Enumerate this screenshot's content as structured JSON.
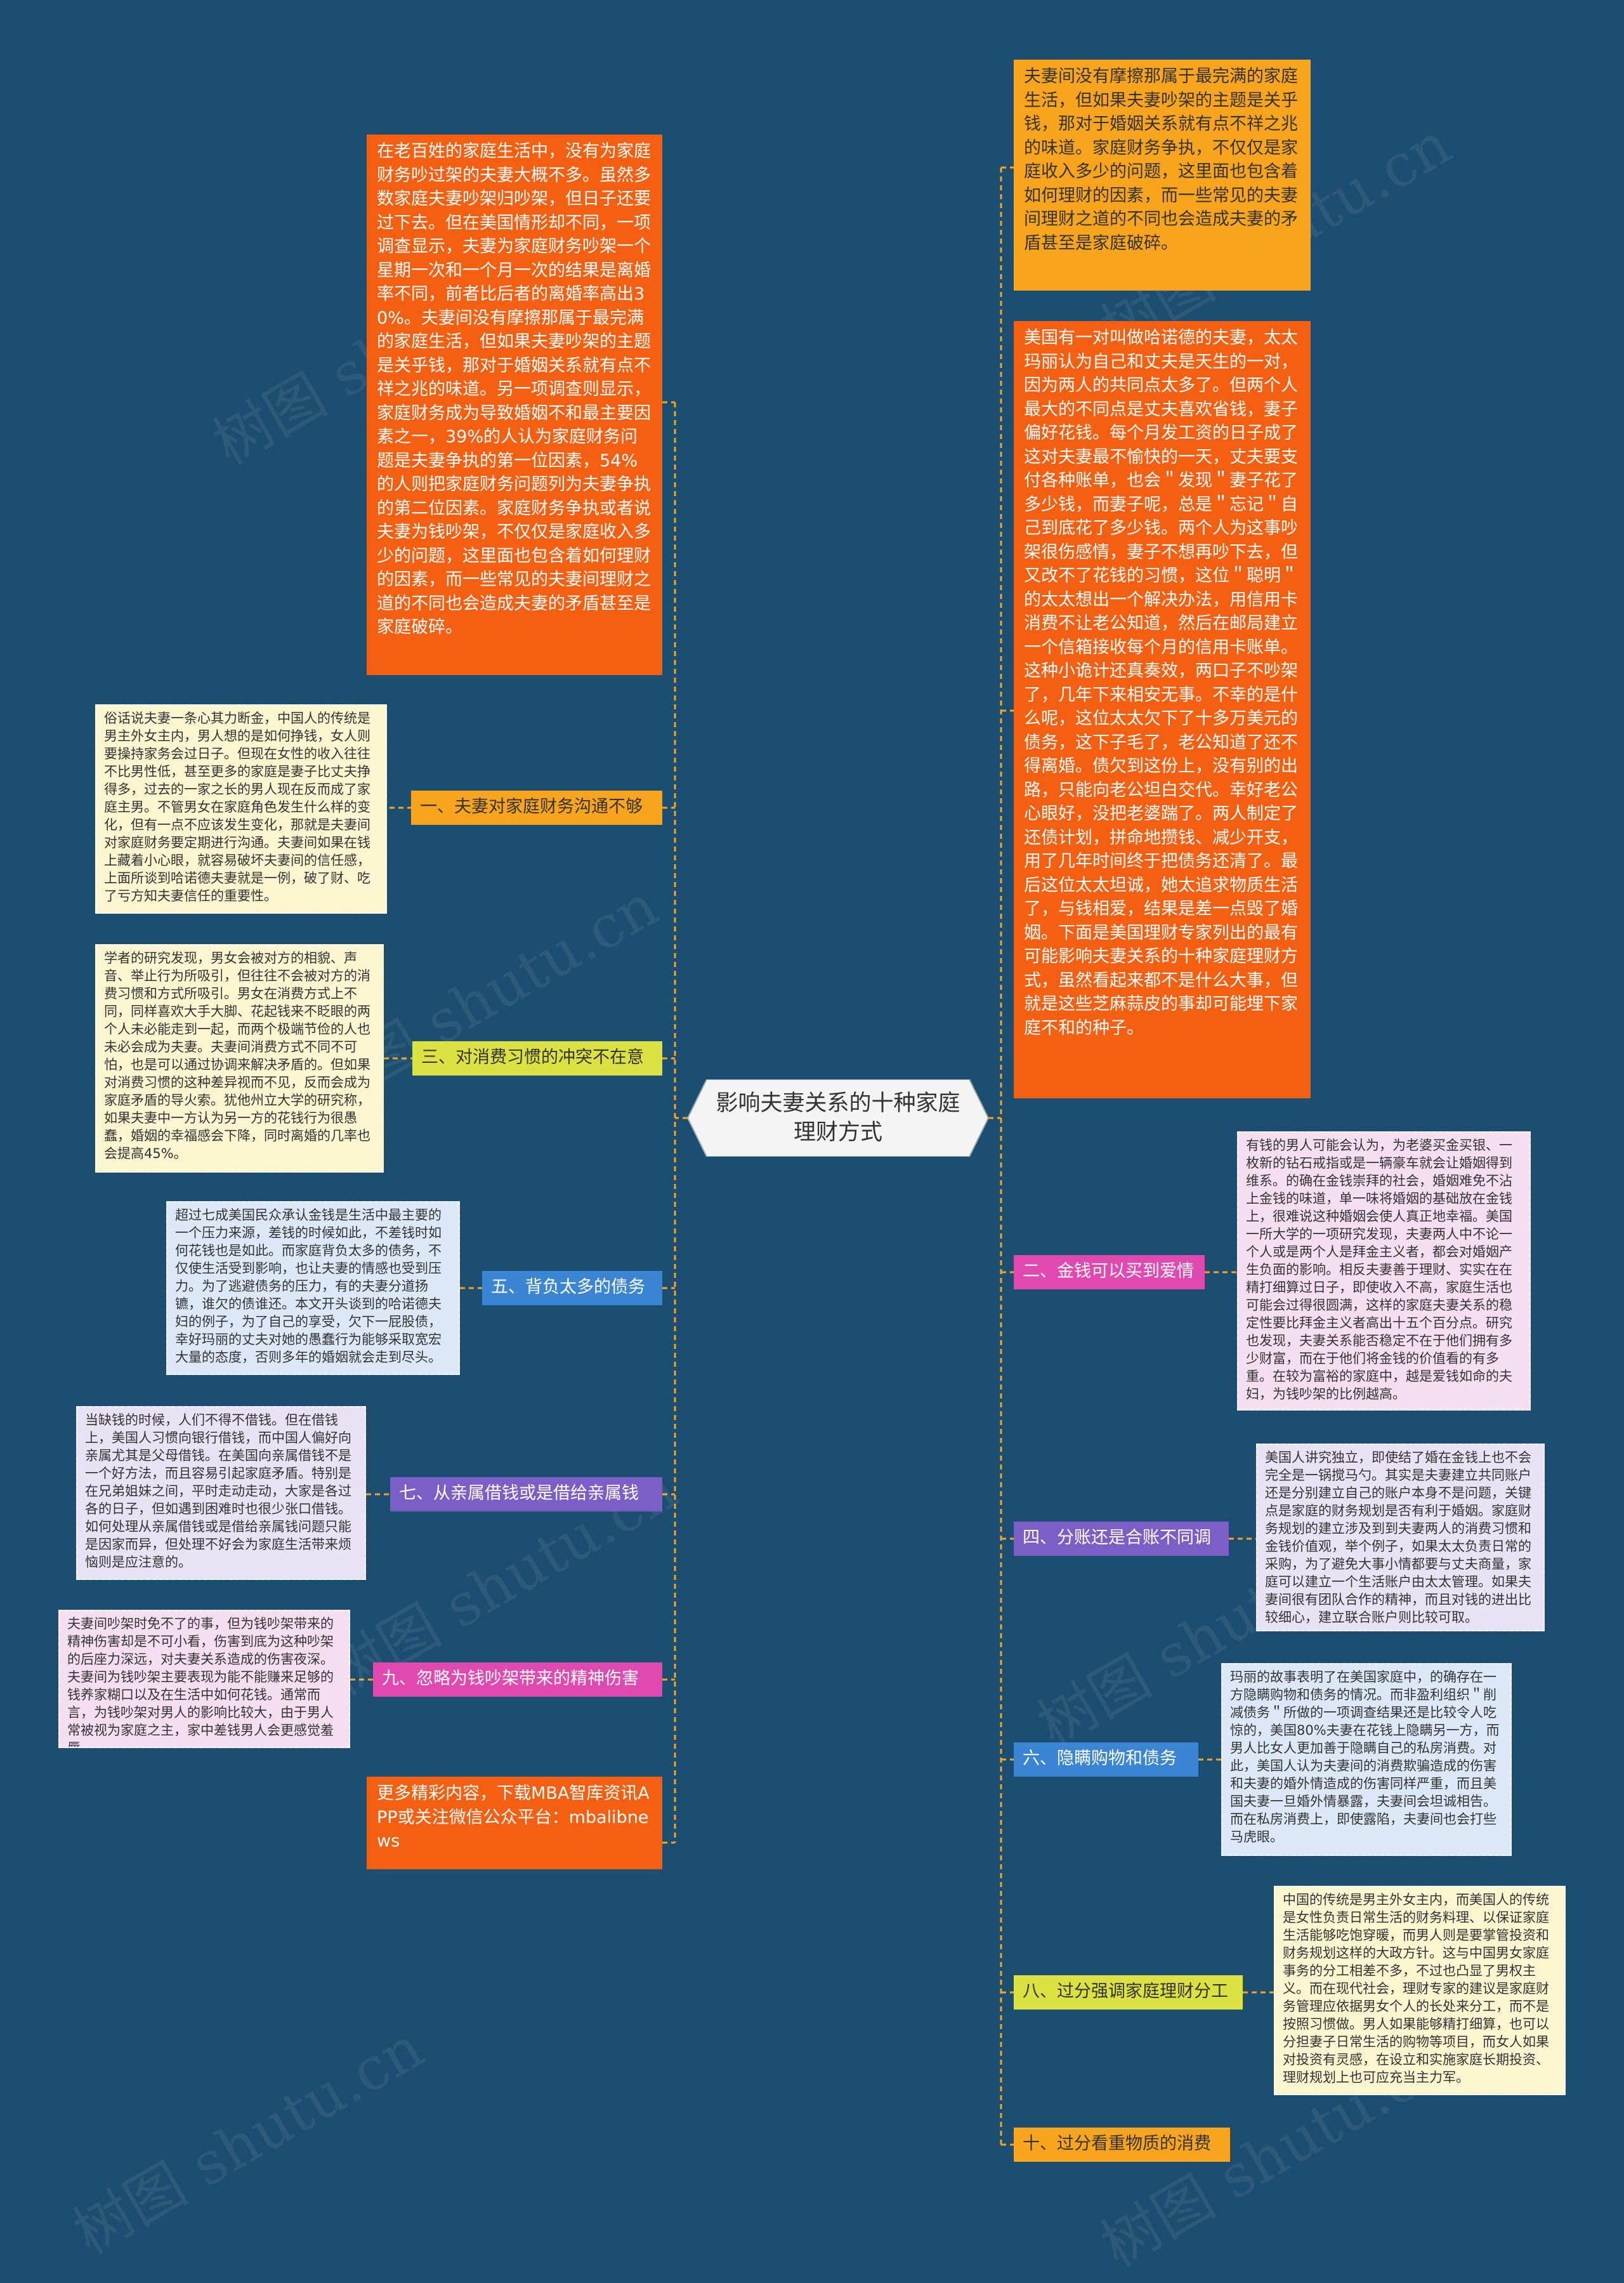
{
  "center_title": "影响夫妻关系的十种家庭理财方式",
  "watermark": "树图 shutu.cn",
  "left_intro": "在老百姓的家庭生活中，没有为家庭财务吵过架的夫妻大概不多。虽然多数家庭夫妻吵架归吵架，但日子还要过下去。但在美国情形却不同，一项调查显示，夫妻为家庭财务吵架一个星期一次和一个月一次的结果是离婚率不同，前者比后者的离婚率高出30%。夫妻间没有摩擦那属于最完满的家庭生活，但如果夫妻吵架的主题是关乎钱，那对于婚姻关系就有点不祥之兆的味道。另一项调查则显示，家庭财务成为导致婚姻不和最主要因素之一，39%的人认为家庭财务问题是夫妻争执的第一位因素，54%的人则把家庭财务问题列为夫妻争执的第二位因素。家庭财务争执或者说夫妻为钱吵架，不仅仅是家庭收入多少的问题，这里面也包含着如何理财的因素，而一些常见的夫妻间理财之道的不同也会造成夫妻的矛盾甚至是家庭破碎。",
  "right_top": "夫妻间没有摩擦那属于最完满的家庭生活，但如果夫妻吵架的主题是关乎钱，那对于婚姻关系就有点不祥之兆的味道。家庭财务争执，不仅仅是家庭收入多少的问题，这里面也包含着如何理财的因素，而一些常见的夫妻间理财之道的不同也会造成夫妻的矛盾甚至是家庭破碎。",
  "right_story": "美国有一对叫做哈诺德的夫妻，太太玛丽认为自己和丈夫是天生的一对，因为两人的共同点太多了。但两个人最大的不同点是丈夫喜欢省钱，妻子偏好花钱。每个月发工资的日子成了这对夫妻最不愉快的一天，丈夫要支付各种账单，也会＂发现＂妻子花了多少钱，而妻子呢，总是＂忘记＂自己到底花了多少钱。两个人为这事吵架很伤感情，妻子不想再吵下去，但又改不了花钱的习惯，这位＂聪明＂的太太想出一个解决办法，用信用卡消费不让老公知道，然后在邮局建立一个信箱接收每个月的信用卡账单。这种小诡计还真奏效，两口子不吵架了，几年下来相安无事。不幸的是什么呢，这位太太欠下了十多万美元的债务，这下子毛了，老公知道了还不得离婚。债欠到这份上，没有别的出路，只能向老公坦白交代。幸好老公心眼好，没把老婆踹了。两人制定了还债计划，拼命地攒钱、减少开支，用了几年时间终于把债务还清了。最后这位太太坦诚，她太追求物质生活了，与钱相爱，结果是差一点毁了婚姻。下面是美国理财专家列出的最有可能影响夫妻关系的十种家庭理财方式，虽然看起来都不是什么大事，但就是这些芝麻蒜皮的事却可能埋下家庭不和的种子。",
  "branches": [
    {
      "label": "一、夫妻对家庭财务沟通不够",
      "note": "俗话说夫妻一条心其力断金，中国人的传统是男主外女主内，男人想的是如何挣钱，女人则要操持家务会过日子。但现在女性的收入往往不比男性低，甚至更多的家庭是妻子比丈夫挣得多，过去的一家之长的男人现在反而成了家庭主男。不管男女在家庭角色发生什么样的变化，但有一点不应该发生变化，那就是夫妻间对家庭财务要定期进行沟通。夫妻间如果在钱上藏着小心眼，就容易破坏夫妻间的信任感，上面所谈到哈诺德夫妻就是一例，破了财、吃了亏方知夫妻信任的重要性。"
    },
    {
      "label": "三、对消费习惯的冲突不在意",
      "note": "学者的研究发现，男女会被对方的相貌、声音、举止行为所吸引，但往往不会被对方的消费习惯和方式所吸引。男女在消费方式上不同，同样喜欢大手大脚、花起钱来不眨眼的两个人未必能走到一起，而两个极端节俭的人也未必会成为夫妻。夫妻间消费方式不同不可怕，也是可以通过协调来解决矛盾的。但如果对消费习惯的这种差异视而不见，反而会成为家庭矛盾的导火索。犹他州立大学的研究称，如果夫妻中一方认为另一方的花钱行为很愚蠢，婚姻的幸福感会下降，同时离婚的几率也会提高45%。"
    },
    {
      "label": "五、背负太多的债务",
      "note": "超过七成美国民众承认金钱是生活中最主要的一个压力来源，差钱的时候如此，不差钱时如何花钱也是如此。而家庭背负太多的债务，不仅使生活受到影响，也让夫妻的情感也受到压力。为了逃避债务的压力，有的夫妻分道扬镳，谁欠的债谁还。本文开头谈到的哈诺德夫妇的例子，为了自己的享受，欠下一屁股债，幸好玛丽的丈夫对她的愚蠢行为能够采取宽宏大量的态度，否则多年的婚姻就会走到尽头。"
    },
    {
      "label": "七、从亲属借钱或是借给亲属钱",
      "note": "当缺钱的时候，人们不得不借钱。但在借钱上，美国人习惯向银行借钱，而中国人偏好向亲属尤其是父母借钱。在美国向亲属借钱不是一个好方法，而且容易引起家庭矛盾。特别是在兄弟姐妹之间，平时走动走动，大家是各过各的日子，但如遇到困难时也很少张口借钱。如何处理从亲属借钱或是借给亲属钱问题只能是因家而异，但处理不好会为家庭生活带来烦恼则是应注意的。"
    },
    {
      "label": "九、忽略为钱吵架带来的精神伤害",
      "note": "夫妻间吵架时免不了的事，但为钱吵架带来的精神伤害却是不可小看，伤害到底为这种吵架的后座力深远，对夫妻关系造成的伤害夜深。夫妻间为钱吵架主要表现为能不能赚来足够的钱养家糊口以及在生活中如何花钱。通常而言，为钱吵架对男人的影响比较大，由于男人常被视为家庭之主，家中差钱男人会更感觉羞辱。"
    },
    {
      "label": "二、金钱可以买到爱情",
      "note": "有钱的男人可能会认为，为老婆买金买银、一枚新的钻石戒指或是一辆豪车就会让婚姻得到维系。的确在金钱崇拜的社会，婚姻难免不沾上金钱的味道，单一味将婚姻的基础放在金钱上，很难说这种婚姻会使人真正地幸福。美国一所大学的一项研究发现，夫妻两人中不论一个人或是两个人是拜金主义者，都会对婚姻产生负面的影响。相反夫妻善于理财、实实在在精打细算过日子，即使收入不高，家庭生活也可能会过得很圆满，这样的家庭夫妻关系的稳定性要比拜金主义者高出十五个百分点。研究也发现，夫妻关系能否稳定不在于他们拥有多少财富，而在于他们将金钱的价值看的有多重。在较为富裕的家庭中，越是爱钱如命的夫妇，为钱吵架的比例越高。"
    },
    {
      "label": "四、分账还是合账不同调",
      "note": "美国人讲究独立，即使结了婚在金钱上也不会完全是一锅搅马勺。其实是夫妻建立共同账户还是分别建立自己的账户本身不是问题，关键点是家庭的财务规划是否有利于婚姻。家庭财务规划的建立涉及到到夫妻两人的消费习惯和金钱价值观，举个例子，如果太太负责日常的采购，为了避免大事小情都要与丈夫商量，家庭可以建立一个生活账户由太太管理。如果夫妻间很有团队合作的精神，而且对钱的进出比较细心，建立联合账户则比较可取。"
    },
    {
      "label": "六、隐瞒购物和债务",
      "note": "玛丽的故事表明了在美国家庭中，的确存在一方隐瞒购物和债务的情况。而非盈利组织＂削减债务＂所做的一项调查结果还是比较令人吃惊的，美国80%夫妻在花钱上隐瞒另一方，而男人比女人更加善于隐瞒自己的私房消费。对此，美国人认为夫妻间的消费欺骗造成的伤害和夫妻的婚外情造成的伤害同样严重，而且美国夫妻一旦婚外情暴露，夫妻间会坦诚相告。而在私房消费上，即使露陷，夫妻间也会打些马虎眼。"
    },
    {
      "label": "八、过分强调家庭理财分工",
      "note": "中国的传统是男主外女主内，而美国人的传统是女性负责日常生活的财务料理、以保证家庭生活能够吃饱穿暖，而男人则是要掌管投资和财务规划这样的大政方针。这与中国男女家庭事务的分工相差不多，不过也凸显了男权主义。而在现代社会，理财专家的建议是家庭财务管理应依据男女个人的长处来分工，而不是按照习惯做。男人如果能够精打细算，也可以分担妻子日常生活的购物等项目，而女人如果对投资有灵感，在设立和实施家庭长期投资、理财规划上也可应充当主力军。"
    },
    {
      "label": "十、过分看重物质的消费",
      "note": ""
    }
  ],
  "footer_note": "更多精彩内容，下载MBA智库资讯APP或关注微信公众平台：mbalibnews",
  "colors": {
    "background": "#1c4e72",
    "orange": "#f55f11",
    "amber": "#f8a51d",
    "yellow": "#dbe141",
    "blue": "#3b86d4",
    "purple": "#7b5fc6",
    "pink": "#e04ab0"
  }
}
